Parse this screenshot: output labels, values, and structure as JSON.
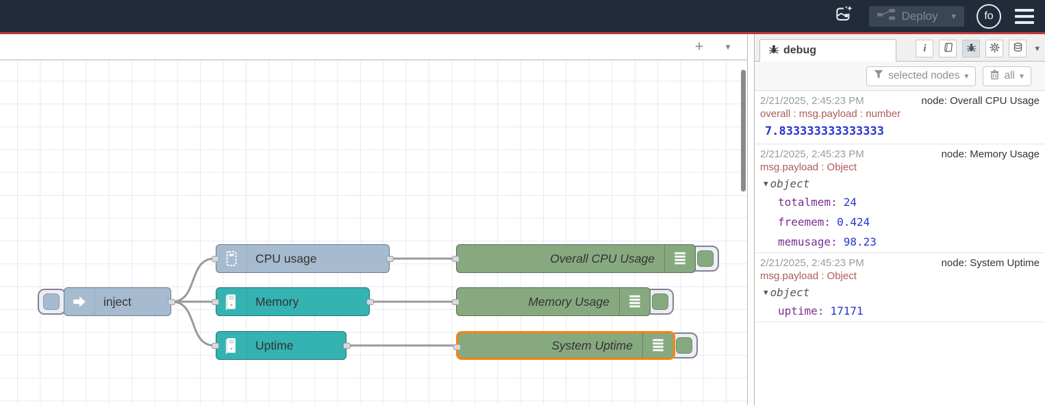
{
  "header": {
    "deploy_label": "Deploy",
    "avatar_initials": "fo"
  },
  "icons": {
    "plus": "+",
    "caret_down": "▾",
    "info": "i",
    "collapse_caret": "▼"
  },
  "flow": {
    "nodes": [
      {
        "label": "inject",
        "type": "inject"
      },
      {
        "label": "CPU usage",
        "type": "os"
      },
      {
        "label": "Memory",
        "type": "os"
      },
      {
        "label": "Uptime",
        "type": "os"
      },
      {
        "label": "Overall CPU Usage",
        "type": "debug"
      },
      {
        "label": "Memory Usage",
        "type": "debug"
      },
      {
        "label": "System Uptime",
        "type": "debug",
        "selected": true
      }
    ]
  },
  "sidebar": {
    "active_tab_label": "debug",
    "filter_button_label": "selected nodes",
    "clear_button_label": "all",
    "messages": [
      {
        "timestamp": "2/21/2025, 2:45:23 PM",
        "source": "node: Overall CPU Usage",
        "meta": "overall : msg.payload : number",
        "value": "7.833333333333333"
      },
      {
        "timestamp": "2/21/2025, 2:45:23 PM",
        "source": "node: Memory Usage",
        "meta": "msg.payload : Object",
        "object_label": "object",
        "properties": [
          {
            "key": "totalmem:",
            "value": "24"
          },
          {
            "key": "freemem:",
            "value": "0.424"
          },
          {
            "key": "memusage:",
            "value": "98.23"
          }
        ]
      },
      {
        "timestamp": "2/21/2025, 2:45:23 PM",
        "source": "node: System Uptime",
        "meta": "msg.payload : Object",
        "object_label": "object",
        "properties": [
          {
            "key": "uptime:",
            "value": "17171"
          }
        ]
      }
    ]
  },
  "colors": {
    "header_bg": "#222b3a",
    "header_accent": "#c23b3b",
    "inject_node": "#a6bbcf",
    "os_node": "#35b2b2",
    "debug_node": "#87a980",
    "selected_outline": "#ff7f0e",
    "wire": "#999999",
    "debug_key": "#792e90",
    "debug_number": "#2733cc",
    "debug_meta": "#ad5a55"
  }
}
